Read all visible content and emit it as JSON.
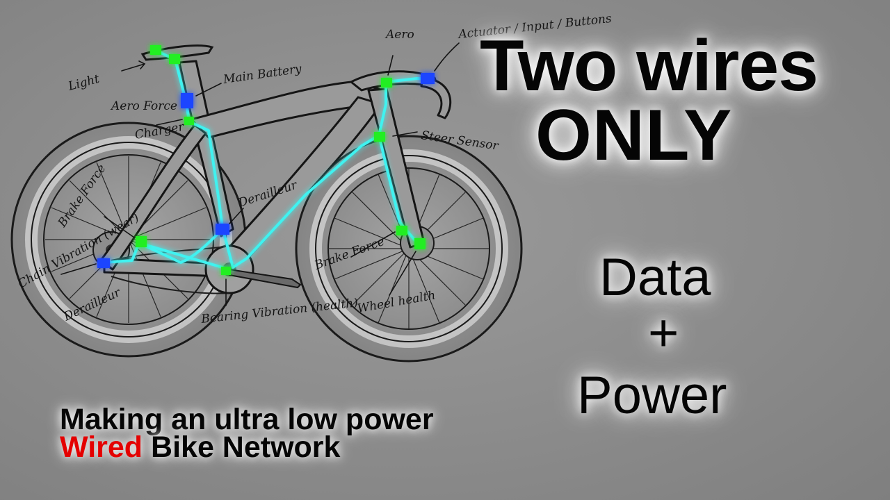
{
  "headline": {
    "line1": "Two wires",
    "line2": "ONLY",
    "line3": "Data",
    "line4": "+",
    "line5": "Power"
  },
  "caption": {
    "line1": "Making an ultra low power",
    "highlight": "Wired",
    "line2_rest": "Bike Network"
  },
  "annotations": {
    "light": "Light",
    "aero_force": "Aero Force",
    "main_battery": "Main Battery",
    "charger": "Charger",
    "aero": "Aero",
    "actuator": "Actuator / Input / Buttons",
    "steer_sensor": "Steer Sensor",
    "derailleur_front": "Derailleur",
    "brake_force_rear": "Brake Force",
    "brake_force_front": "Brake Force",
    "chain_vibration": "Chain Vibration (wear)",
    "derailleur_rear": "Derailleur",
    "bearing_vibration": "Bearing Vibration (health)",
    "wheel_health": "Wheel health"
  },
  "colors": {
    "wire": "#3ff2f0",
    "sensor_node": "#22ee22",
    "actuator_node": "#1f44ff",
    "highlight_text": "#e40000"
  }
}
